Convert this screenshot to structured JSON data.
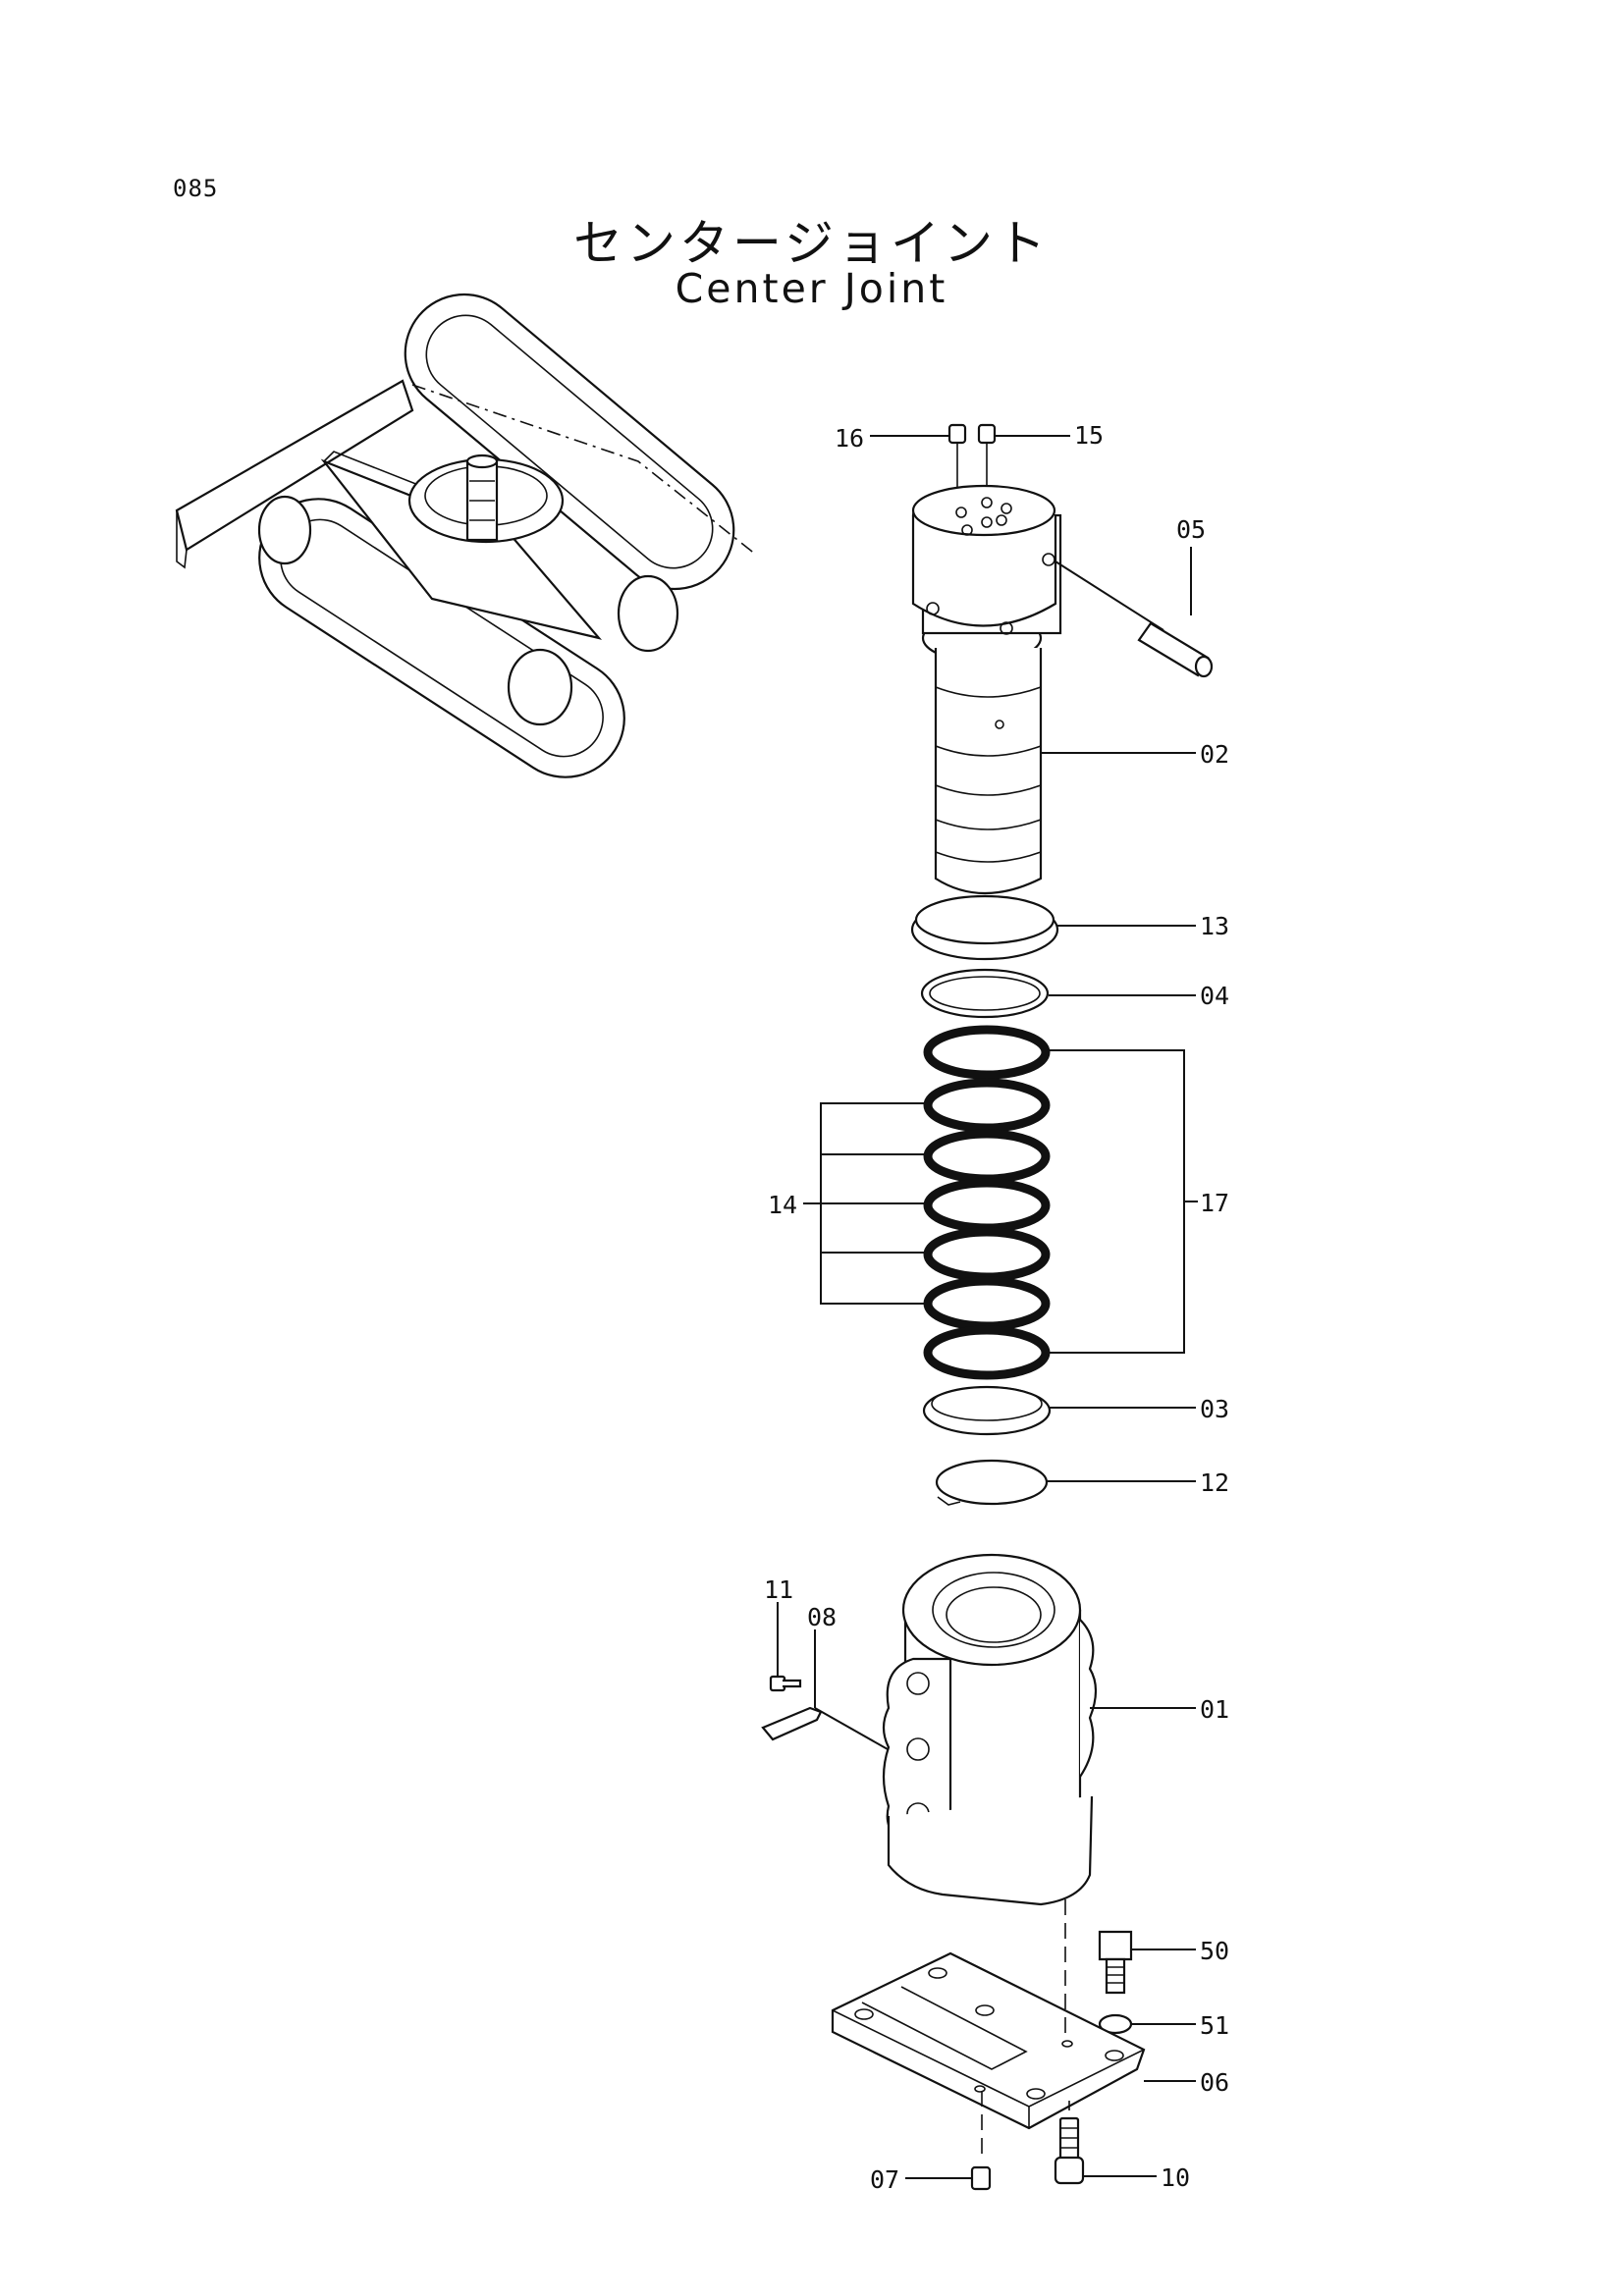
{
  "page": {
    "number": "085"
  },
  "title": {
    "japanese": "センタージョイント",
    "english": "Center Joint"
  },
  "callouts": [
    "16",
    "15",
    "05",
    "02",
    "13",
    "04",
    "14",
    "17",
    "03",
    "12",
    "11",
    "08",
    "01",
    "50",
    "51",
    "06",
    "07",
    "10"
  ]
}
